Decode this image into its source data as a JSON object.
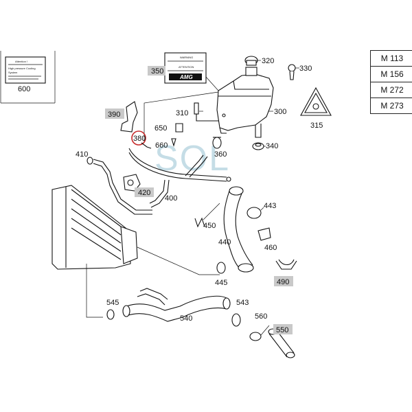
{
  "engine_codes": [
    "M 113",
    "M 156",
    "M 272",
    "M 273"
  ],
  "label_sticker": {
    "number": "600",
    "heading": "Attention !",
    "line1": "High pressure Cooling",
    "line2": "System"
  },
  "warning_sticker": {
    "number": "350",
    "heading1": "WARNING",
    "heading2": "ATTENTION",
    "logo": "AMG"
  },
  "watermark": "SOL",
  "parts": {
    "p300": "300",
    "p310": "310",
    "p315": "315",
    "p320": "320",
    "p330": "330",
    "p340": "340",
    "p350": "350",
    "p360": "360",
    "p380": "380",
    "p390": "390",
    "p400": "400",
    "p410": "410",
    "p420": "420",
    "p440": "440",
    "p443": "443",
    "p445": "445",
    "p450": "450",
    "p460": "460",
    "p490": "490",
    "p540": "540",
    "p543": "543",
    "p545": "545",
    "p550": "550",
    "p560": "560",
    "p600": "600",
    "p650": "650",
    "p660": "660"
  }
}
